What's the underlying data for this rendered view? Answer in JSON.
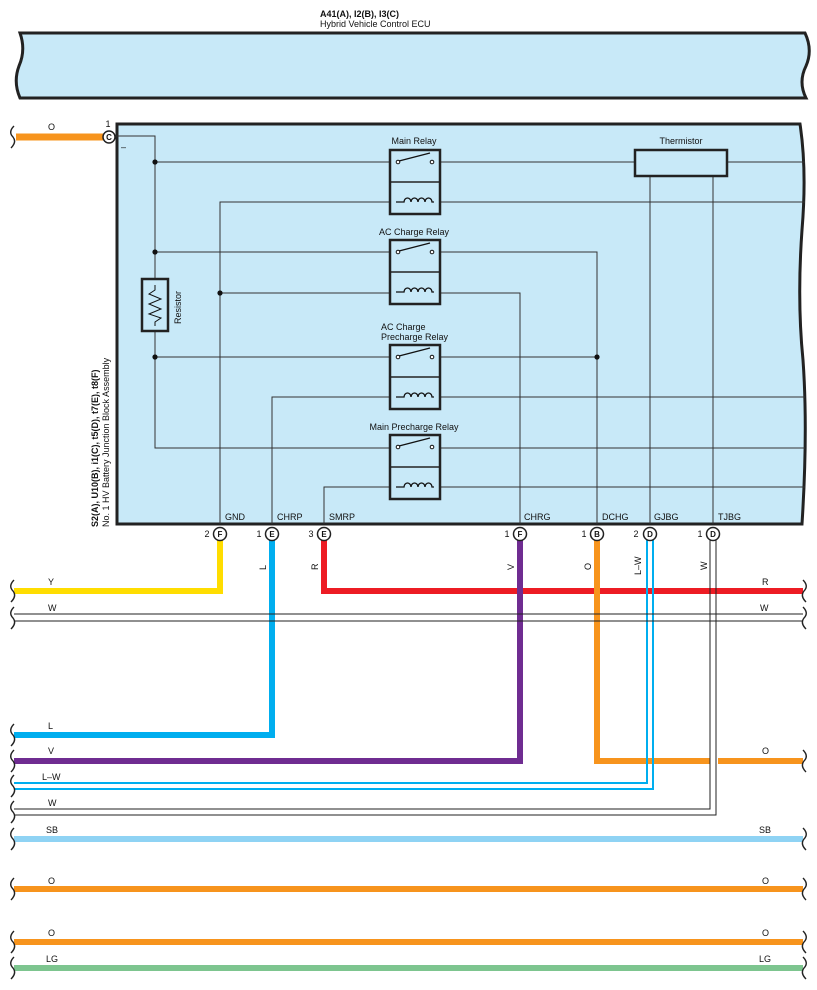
{
  "ecu": {
    "title": "A41(A), I2(B), I3(C)",
    "subtitle": "Hybrid Vehicle Control ECU"
  },
  "junction_block": {
    "name_line1": "S2(A), U10(B), i1(C), t5(D), t7(E), t8(F)",
    "name_line2": "No. 1 HV Battery Junction Block Assembly"
  },
  "components": {
    "main_relay": "Main Relay",
    "thermistor": "Thermistor",
    "ac_charge_relay": "AC Charge Relay",
    "ac_precharge_relay_1": "AC Charge",
    "ac_precharge_relay_2": "Precharge Relay",
    "main_precharge_relay": "Main Precharge Relay",
    "resistor": "Resistor"
  },
  "top_connector": {
    "pin": "1",
    "letter": "C",
    "minus": "–",
    "wire": "O"
  },
  "connectors": [
    {
      "pin": "2",
      "letter": "F",
      "name": "GND"
    },
    {
      "pin": "1",
      "letter": "E",
      "name": "CHRP",
      "wire": "L"
    },
    {
      "pin": "3",
      "letter": "E",
      "name": "SMRP",
      "wire": "R"
    },
    {
      "pin": "1",
      "letter": "F",
      "name": "CHRG",
      "wire": "V"
    },
    {
      "pin": "1",
      "letter": "B",
      "name": "DCHG",
      "wire": "O"
    },
    {
      "pin": "2",
      "letter": "D",
      "name": "GJBG",
      "wire": "L–W"
    },
    {
      "pin": "1",
      "letter": "D",
      "name": "TJBG",
      "wire": "W"
    }
  ],
  "harness": [
    {
      "left": "Y",
      "right": ""
    },
    {
      "left": "W",
      "right": "W"
    },
    {
      "left": "L",
      "right": ""
    },
    {
      "left": "V",
      "right": "O"
    },
    {
      "left": "L–W",
      "right": ""
    },
    {
      "left": "W",
      "right": ""
    },
    {
      "left": "SB",
      "right": "SB"
    },
    {
      "left": "O",
      "right": "O"
    },
    {
      "left": "O",
      "right": "O"
    },
    {
      "left": "LG",
      "right": "LG"
    },
    {
      "left": "",
      "right": "R"
    }
  ],
  "colors": {
    "panel": "#c8e9f8",
    "orange": "#f7941d",
    "yellow": "#ffdd00",
    "blue": "#00aeef",
    "red": "#ed1c24",
    "violet": "#6f2c91",
    "sky": "#8fd3f4",
    "green": "#7dc58f"
  }
}
